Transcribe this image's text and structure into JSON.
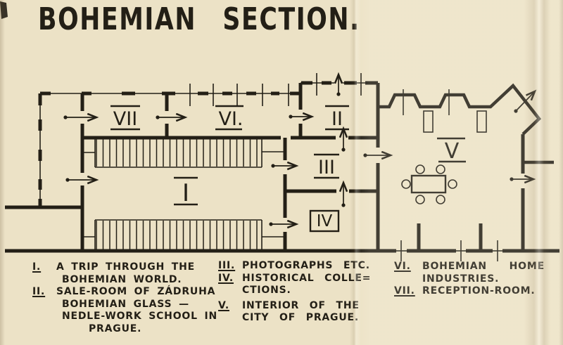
{
  "title": "BOHEMIAN SECTION.",
  "colors": {
    "paper": "#ece2c6",
    "ink": "#231f16"
  },
  "plan": {
    "rooms": {
      "I": {
        "label": "I"
      },
      "II": {
        "label": "II"
      },
      "III": {
        "label": "III"
      },
      "IV": {
        "label": "IV"
      },
      "V": {
        "label": "V"
      },
      "VI": {
        "label": "VI."
      },
      "VII": {
        "label": "VII"
      }
    }
  },
  "legend": {
    "col1": [
      {
        "num": "I.",
        "text": "A TRIP THROUGH THE"
      },
      {
        "num": "",
        "text": "BOHEMIAN WORLD."
      },
      {
        "num": "II.",
        "text": "SALE-ROOM OF ZÁDRUHA"
      },
      {
        "num": "",
        "text": "BOHEMIAN GLASS —"
      },
      {
        "num": "",
        "text": "NEDLE-WORK SCHOOL IN"
      },
      {
        "num": "",
        "text": "PRAGUE."
      }
    ],
    "col2": [
      {
        "num": "III.",
        "text": "PHOTOGRAPHS ETC."
      },
      {
        "num": "IV.",
        "text": "HISTORICAL COLLE="
      },
      {
        "num": "",
        "text": "CTIONS."
      },
      {
        "num": "V.",
        "text": "INTERIOR OF THE"
      },
      {
        "num": "",
        "text": "CITY OF PRAGUE."
      }
    ],
    "col3": [
      {
        "num": "VI.",
        "text": "BOHEMIAN HOME"
      },
      {
        "num": "",
        "text": "INDUSTRIES."
      },
      {
        "num": "VII.",
        "text": "RECEPTION-ROOM."
      }
    ]
  }
}
